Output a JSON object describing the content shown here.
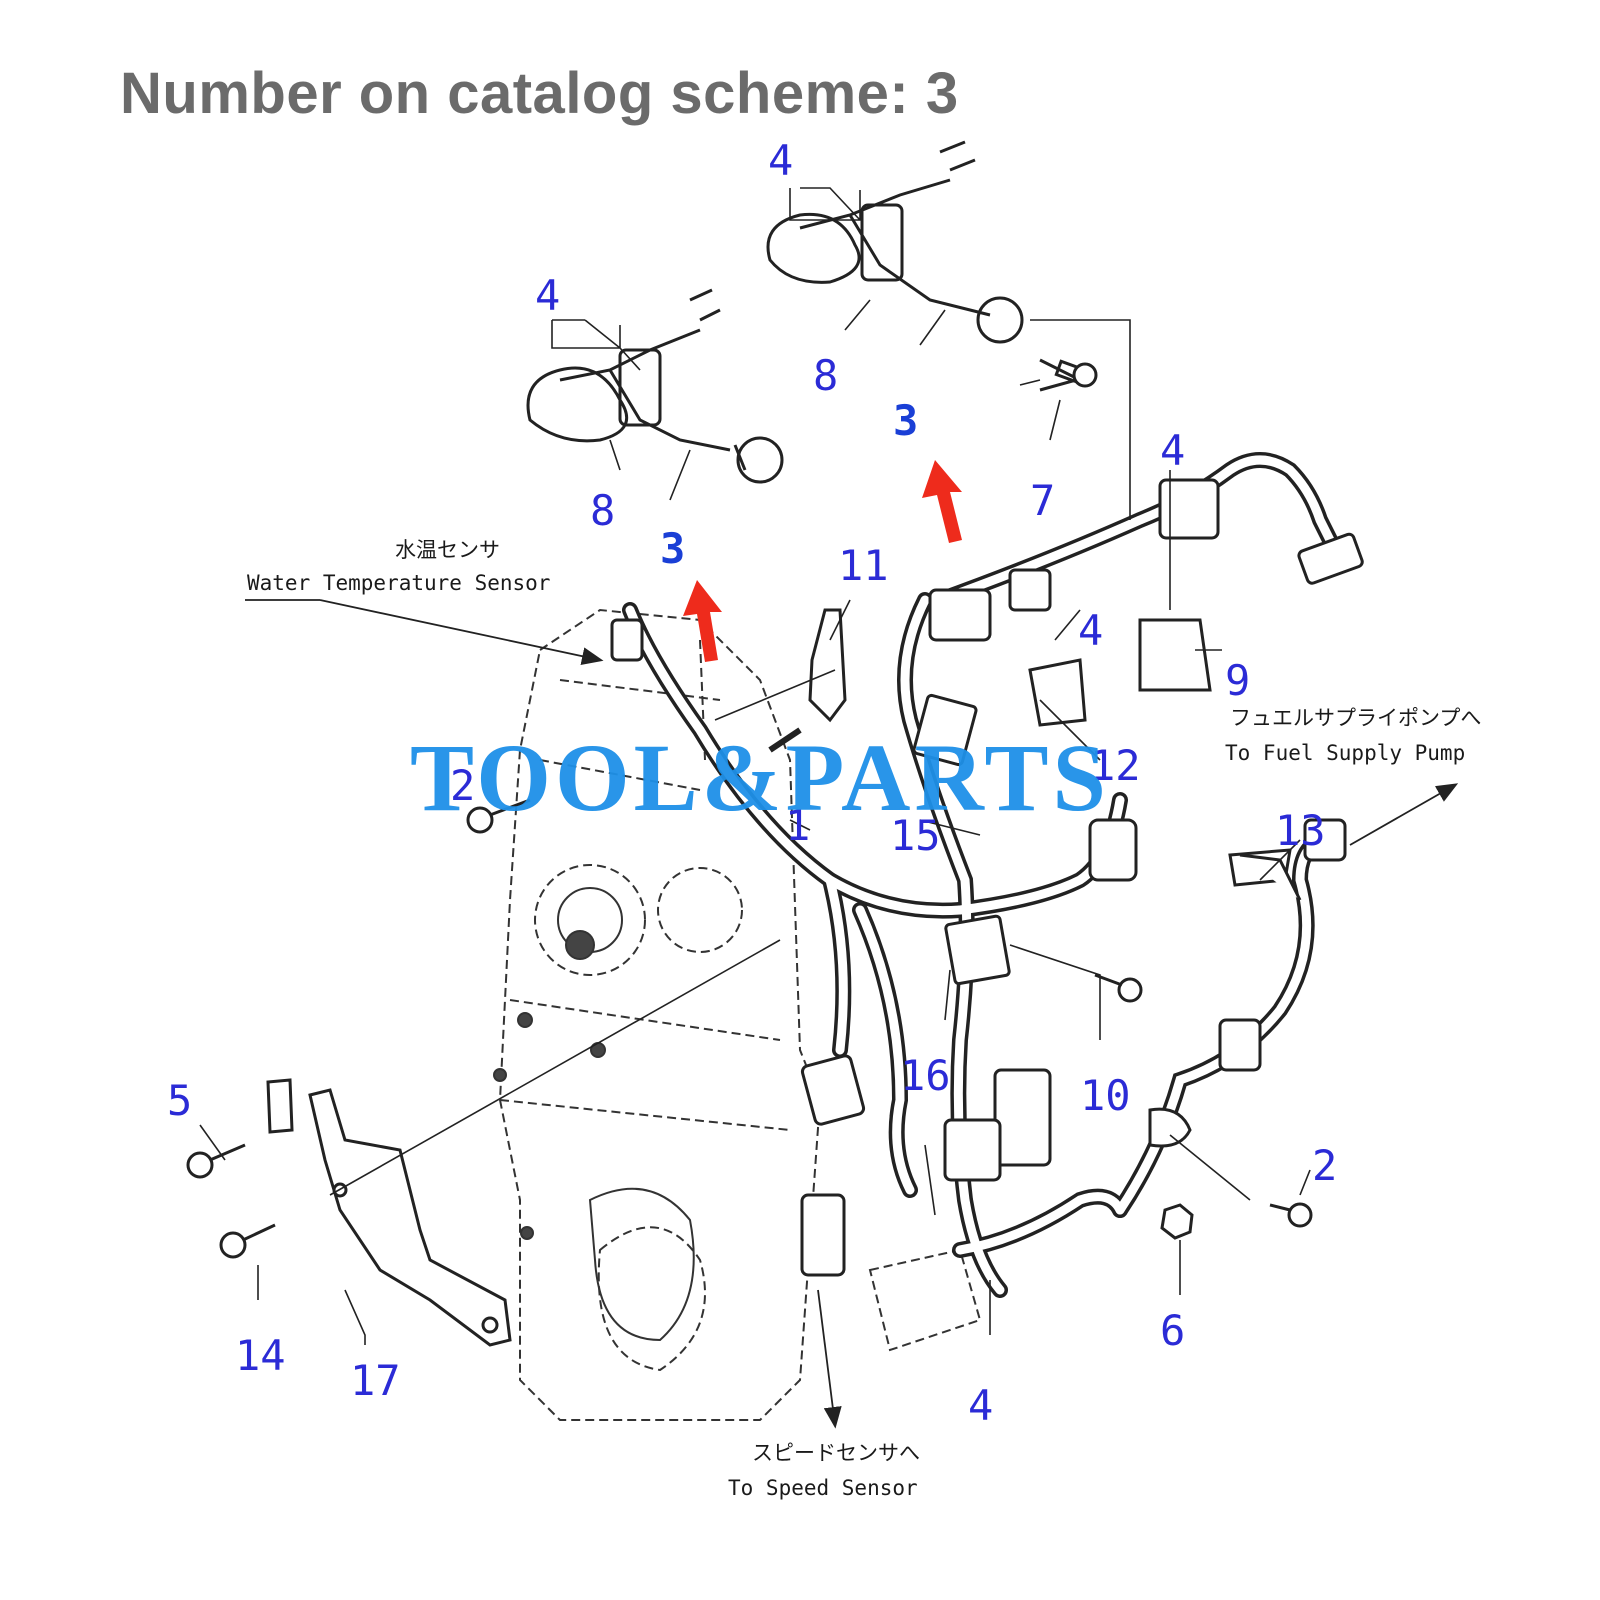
{
  "title": "Number on catalog scheme: 3",
  "watermark": "TOOL&PARTS",
  "annotations": {
    "water_temp_jp": "水温センサ",
    "water_temp_en": "Water Temperature Sensor",
    "fuel_pump_jp": "フュエルサプライポンプへ",
    "fuel_pump_en": "To Fuel Supply Pump",
    "speed_sensor_jp": "スピードセンサへ",
    "speed_sensor_en": "To Speed Sensor"
  },
  "callouts": {
    "c4a": "4",
    "c4b": "4",
    "c4c": "4",
    "c4d": "4",
    "c4e": "4",
    "c8a": "8",
    "c8b": "8",
    "c3a": "3",
    "c3b": "3",
    "c7": "7",
    "c11": "11",
    "c9": "9",
    "c12": "12",
    "c1": "1",
    "c15": "15",
    "c2a": "2",
    "c13": "13",
    "c16": "16",
    "c10": "10",
    "c5": "5",
    "c2b": "2",
    "c6": "6",
    "c14": "14",
    "c17": "17"
  },
  "colors": {
    "callout": "#2b2bd6",
    "callout_bold": "#1a3fd6",
    "arrow": "#ee2b1c",
    "line": "#222222",
    "watermark": "#1e90e8",
    "title": "#6b6b6b"
  }
}
